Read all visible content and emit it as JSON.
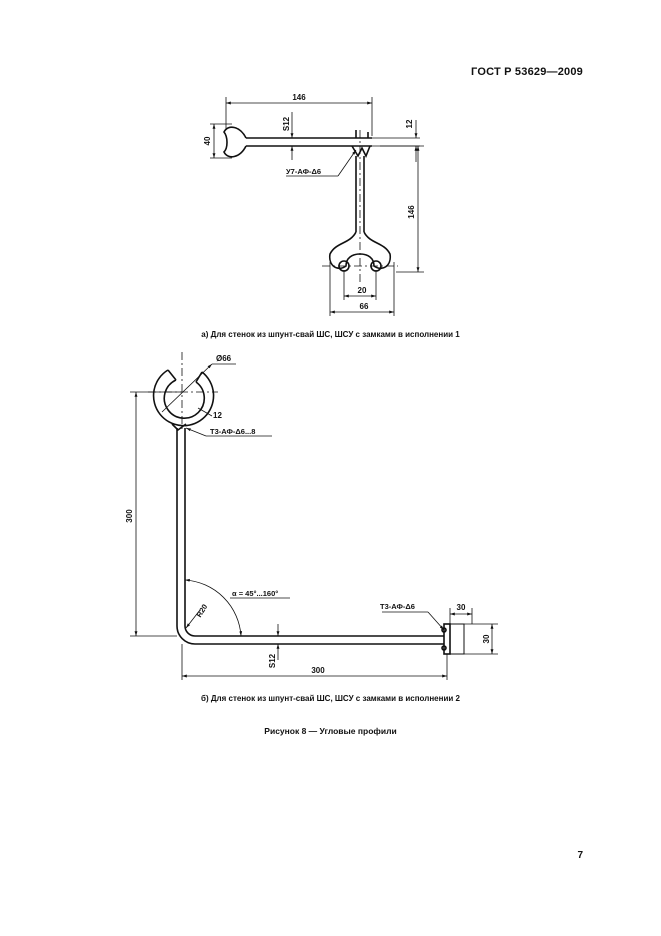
{
  "header": {
    "standard": "ГОСТ Р 53629—2009"
  },
  "figure_a": {
    "caption": "а) Для стенок из шпунт-свай ШС, ШСУ с замками в исполнении 1",
    "dims": {
      "top_width": "146",
      "height_left": "40",
      "thickness_top": "S12",
      "thickness_right": "12",
      "vertical": "146",
      "lock_inner": "20",
      "lock_outer": "66"
    },
    "weld": "У7-АФ-Δ6"
  },
  "figure_b": {
    "caption": "б) Для стенок из шпунт-свай ШС, ШСУ с замками в исполнении 2",
    "dims": {
      "diameter": "Ø66",
      "gap": "12",
      "height": "300",
      "radius": "R20",
      "angle": "α = 45°...160°",
      "thickness": "S12",
      "length": "300",
      "end_w": "30",
      "end_h": "30"
    },
    "weld_top": "Т3-АФ-Δ6...8",
    "weld_end": "Т3-АФ-Δ6"
  },
  "figure_title": "Рисунок 8 — Угловые профили",
  "page_number": "7"
}
